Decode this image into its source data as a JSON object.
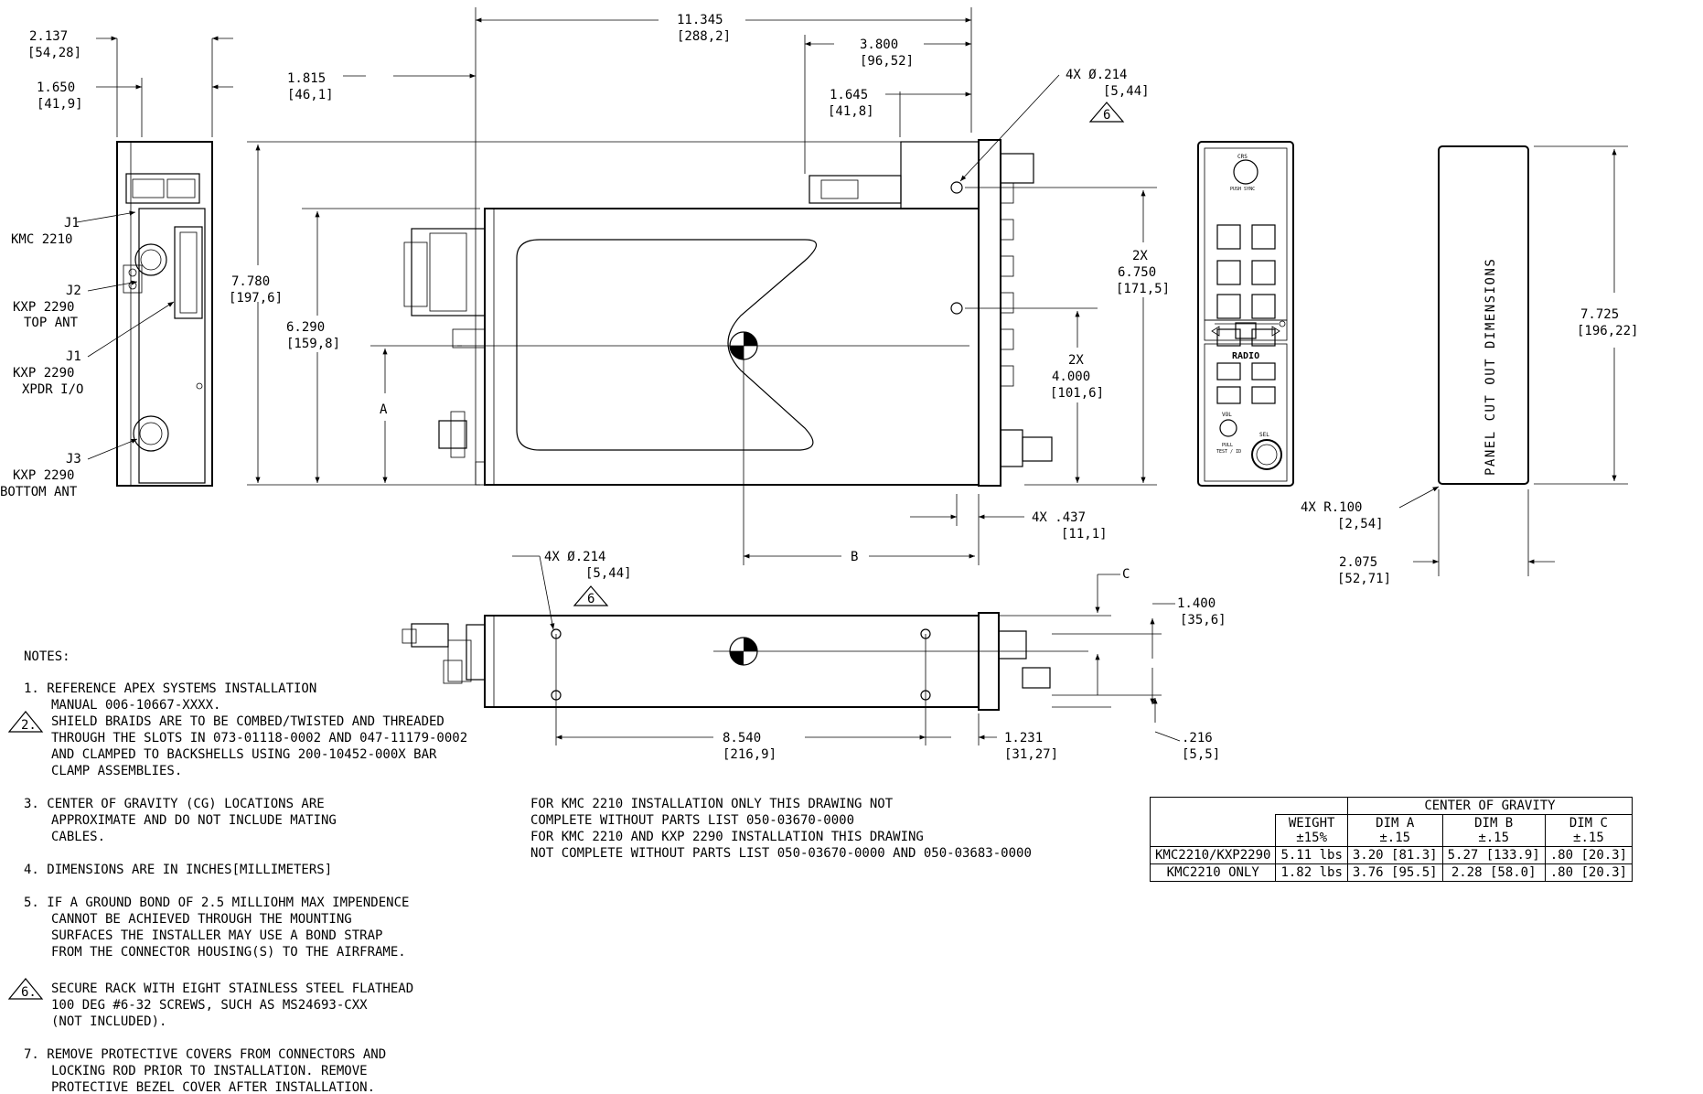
{
  "dimensions": {
    "side_w1": "2.137",
    "side_w1_mm": "[54,28]",
    "side_w2": "1.650",
    "side_w2_mm": "[41,9]",
    "overall_len": "11.345",
    "overall_len_mm": "[288,2]",
    "rear_off": "1.815",
    "rear_off_mm": "[46,1]",
    "top_a": "3.800",
    "top_a_mm": "[96,52]",
    "top_b": "1.645",
    "top_b_mm": "[41,8]",
    "hole_top": "4X Ø.214",
    "hole_top_mm": "[5,44]",
    "height": "7.780",
    "height_mm": "[197,6]",
    "body_h": "6.290",
    "body_h_mm": "[159,8]",
    "mount_h": "2X",
    "mount_h_val": "6.750",
    "mount_h_mm": "[171,5]",
    "mount_low": "2X",
    "mount_low_val": "4.000",
    "mount_low_mm": "[101,6]",
    "bezel_off": "4X .437",
    "bezel_off_mm": "[11,1]",
    "label_a": "A",
    "label_b": "B",
    "label_c": "C",
    "hole_bottom": "4X Ø.214",
    "hole_bottom_mm": "[5,44]",
    "tri_6": "6",
    "bot_h": "1.400",
    "bot_h_mm": "[35,6]",
    "bot_len": "8.540",
    "bot_len_mm": "[216,9]",
    "bot_front": "1.231",
    "bot_front_mm": "[31,27]",
    "bot_small": ".216",
    "bot_small_mm": "[5,5]",
    "panel_h": "7.725",
    "panel_h_mm": "[196,22]",
    "panel_r": "4X R.100",
    "panel_r_mm": "[2,54]",
    "panel_w": "2.075",
    "panel_w_mm": "[52,71]",
    "panel_text": "PANEL CUT OUT DIMENSIONS"
  },
  "connectors": {
    "j1_kmc": "J1",
    "j1_kmc_name": "KMC 2210",
    "j2": "J2",
    "j2_name": "KXP 2290",
    "j2_sub": "TOP ANT",
    "j1_kxp": "J1",
    "j1_kxp_name": "KXP 2290",
    "j1_kxp_sub": "XPDR I/O",
    "j3": "J3",
    "j3_name": "KXP 2290",
    "j3_sub": "BOTTOM ANT"
  },
  "bezel": {
    "crs": "CRS",
    "push_sync": "PUSH SYNC",
    "radio": "RADIO",
    "vol": "VOL",
    "pull": "PULL",
    "test_id": "TEST / ID",
    "sel": "SEL"
  },
  "notes": {
    "heading": "NOTES:",
    "n1a": "1. REFERENCE APEX SYSTEMS INSTALLATION",
    "n1b": "MANUAL 006-10667-XXXX.",
    "n2num": "2.",
    "n2a": "SHIELD BRAIDS ARE TO BE COMBED/TWISTED AND THREADED",
    "n2b": "THROUGH THE SLOTS IN 073-01118-0002 AND 047-11179-0002",
    "n2c": "AND CLAMPED TO BACKSHELLS USING 200-10452-000X BAR",
    "n2d": "CLAMP ASSEMBLIES.",
    "n3a": "3. CENTER OF GRAVITY (CG) LOCATIONS ARE",
    "n3b": "APPROXIMATE AND DO NOT INCLUDE MATING",
    "n3c": "CABLES.",
    "n4": "4. DIMENSIONS ARE IN INCHES[MILLIMETERS]",
    "n5a": "5. IF A GROUND BOND OF 2.5 MILLIOHM MAX IMPENDENCE",
    "n5b": "CANNOT BE ACHIEVED THROUGH THE MOUNTING",
    "n5c": "SURFACES THE INSTALLER MAY USE A BOND STRAP",
    "n5d": "FROM THE CONNECTOR HOUSING(S) TO THE AIRFRAME.",
    "n6num": "6.",
    "n6a": "SECURE RACK WITH EIGHT STAINLESS STEEL FLATHEAD",
    "n6b": "100 DEG #6-32 SCREWS, SUCH AS MS24693-CXX",
    "n6c": "(NOT INCLUDED).",
    "n7a": "7. REMOVE PROTECTIVE COVERS FROM CONNECTORS AND",
    "n7b": "LOCKING ROD PRIOR TO INSTALLATION. REMOVE",
    "n7c": "PROTECTIVE BEZEL COVER AFTER INSTALLATION."
  },
  "install_note": {
    "l1": "FOR KMC 2210 INSTALLATION ONLY THIS DRAWING NOT",
    "l2": "COMPLETE WITHOUT PARTS LIST 050-03670-0000",
    "l3": "FOR KMC 2210 AND KXP 2290 INSTALLATION THIS DRAWING",
    "l4": "NOT COMPLETE WITHOUT PARTS LIST 050-03670-0000 AND 050-03683-0000"
  },
  "cg_table": {
    "group_header": "CENTER OF GRAVITY",
    "weight_header": "WEIGHT",
    "weight_tol": "±15%",
    "dim_a": "DIM A",
    "dim_b": "DIM B",
    "dim_c": "DIM C",
    "dim_tol": "±.15",
    "rows": [
      {
        "model": "KMC2210/KXP2290",
        "weight": "5.11 lbs",
        "a": "3.20 [81.3]",
        "b": "5.27 [133.9]",
        "c": ".80 [20.3]"
      },
      {
        "model": "KMC2210 ONLY",
        "weight": "1.82 lbs",
        "a": "3.76 [95.5]",
        "b": "2.28 [58.0]",
        "c": ".80 [20.3]"
      }
    ]
  }
}
